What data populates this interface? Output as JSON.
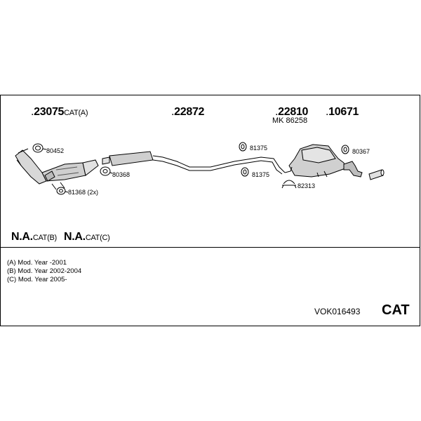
{
  "header": {
    "p23075": "23075",
    "p23075_suffix": "CAT(A)",
    "p22872": "22872",
    "p22810": "22810",
    "mk_label": "MK 86258",
    "p10671": "10671"
  },
  "callouts": {
    "c80452": "80452",
    "c80368": "80368",
    "c81368": "81368 (2x)",
    "c81375_top": "81375",
    "c81375_bottom": "81375",
    "c80367": "80367",
    "c82313": "82313"
  },
  "na": {
    "cat_b_main": "N.A.",
    "cat_b_suffix": "CAT(B)",
    "cat_c_main": "N.A.",
    "cat_c_suffix": "CAT(C)"
  },
  "notes": [
    "(A) Mod. Year -2001",
    "(B) Mod. Year 2002-2004",
    "(C) Mod. Year 2005-"
  ],
  "footer": {
    "code": "VOK016493",
    "cat": "CAT"
  }
}
